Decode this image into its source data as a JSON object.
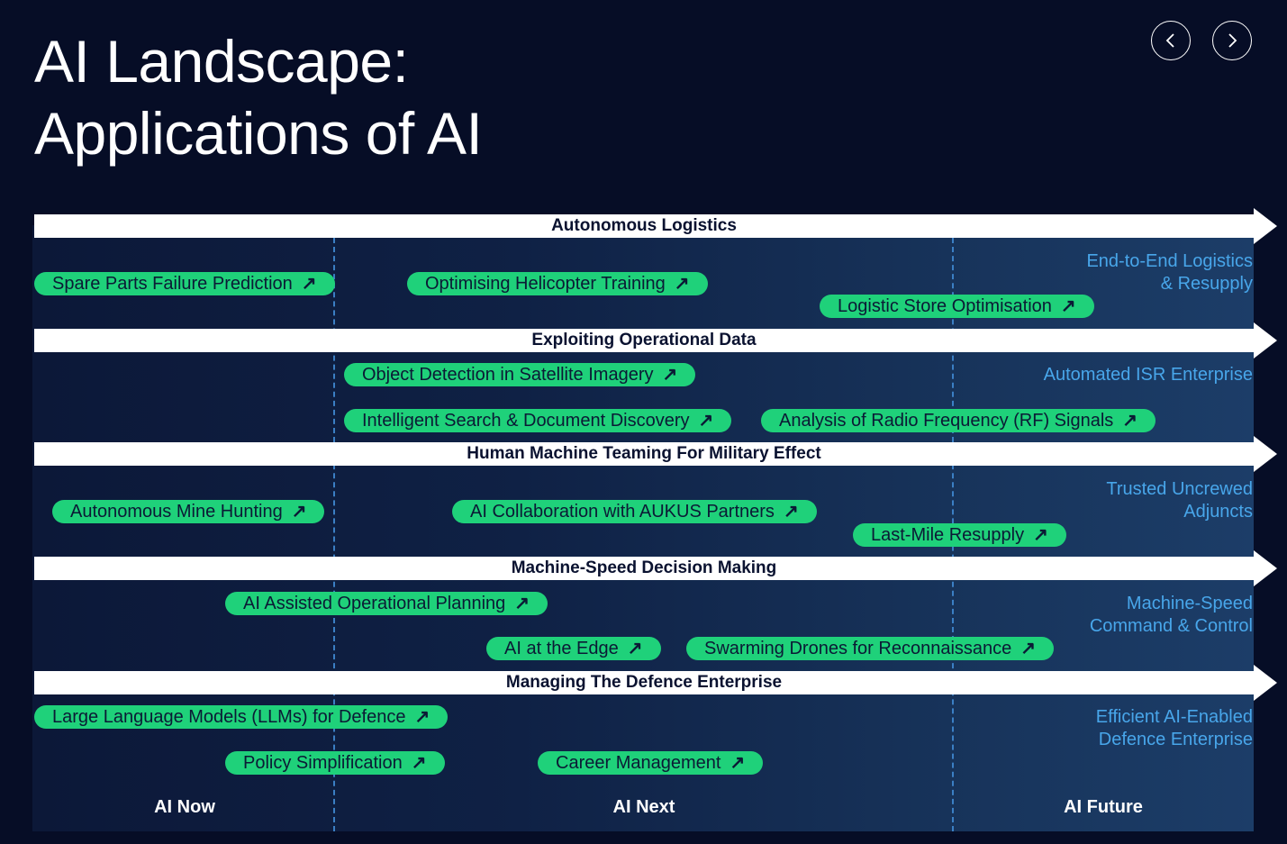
{
  "title": {
    "line1": "AI Landscape:",
    "line2": "Applications of AI"
  },
  "nav": {
    "prev_icon": "chevron-left-icon",
    "next_icon": "chevron-right-icon"
  },
  "colors": {
    "background": "#060d26",
    "pill": "#1fd17a",
    "future_text": "#48a6ea",
    "band": "#ffffff",
    "divider": "#3b7fc4"
  },
  "bands": [
    {
      "label": "Autonomous Logistics",
      "pills": [
        "Spare Parts Failure Prediction",
        "Optimising Helicopter Training",
        "Logistic Store Optimisation"
      ],
      "future": [
        "End-to-End Logistics",
        "& Resupply"
      ]
    },
    {
      "label": "Exploiting Operational Data",
      "pills": [
        "Object Detection in Satellite Imagery",
        "Intelligent Search & Document Discovery",
        "Analysis of Radio Frequency (RF) Signals"
      ],
      "future": [
        "Automated ISR Enterprise"
      ]
    },
    {
      "label": "Human Machine Teaming For Military Effect",
      "pills": [
        "Autonomous Mine Hunting",
        "AI Collaboration with AUKUS Partners",
        "Last-Mile Resupply"
      ],
      "future": [
        "Trusted Uncrewed",
        "Adjuncts"
      ]
    },
    {
      "label": "Machine-Speed Decision Making",
      "pills": [
        "AI Assisted Operational Planning",
        "AI at the Edge",
        "Swarming Drones for Reconnaissance"
      ],
      "future": [
        "Machine-Speed",
        "Command & Control"
      ]
    },
    {
      "label": "Managing The Defence Enterprise",
      "pills": [
        "Large Language Models (LLMs) for Defence",
        "Policy Simplification",
        "Career Management"
      ],
      "future": [
        "Efficient AI-Enabled",
        "Defence Enterprise"
      ]
    }
  ],
  "pill_icon": "arrow-up-right-icon",
  "columns": [
    "AI Now",
    "AI Next",
    "AI Future"
  ]
}
